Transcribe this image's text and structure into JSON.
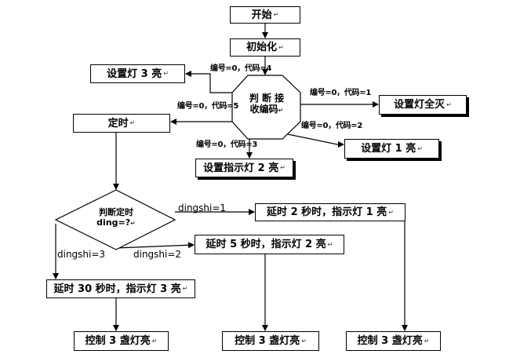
{
  "nodes": {
    "start": "开始",
    "init": "初始化",
    "set_light3": "设置灯 3 亮",
    "judge_line1": "判 断 接",
    "judge_line2": "收编码",
    "set_all_off": "设置灯全灭",
    "timer": "定时",
    "set_light1": "设置灯 1 亮",
    "set_indicator2": "设置指示灯 2 亮",
    "judge_timer_line1": "判断定时",
    "judge_timer_line2": "ding=?",
    "delay2": "延时 2 秒时，指示灯 1 亮",
    "delay5": "延时 5 秒时，指示灯 2 亮",
    "delay30": "延时 30 秒时，指示灯 3 亮",
    "control_left": "控制 3 盏灯亮",
    "control_middle": "控制 3 盏灯亮",
    "control_right": "控制 3 盏灯亮"
  },
  "edge_labels": {
    "code4": "编号=0，代码=4",
    "code1": "编号=0，代码=1",
    "code5": "编号=0，代码=5",
    "code2": "编号=0，代码=2",
    "code3": "编号=0，代码=3",
    "dingshi1": "dingshi=1",
    "dingshi2": "dingshi=2",
    "dingshi3": "dingshi=3"
  },
  "return_mark": "↵"
}
